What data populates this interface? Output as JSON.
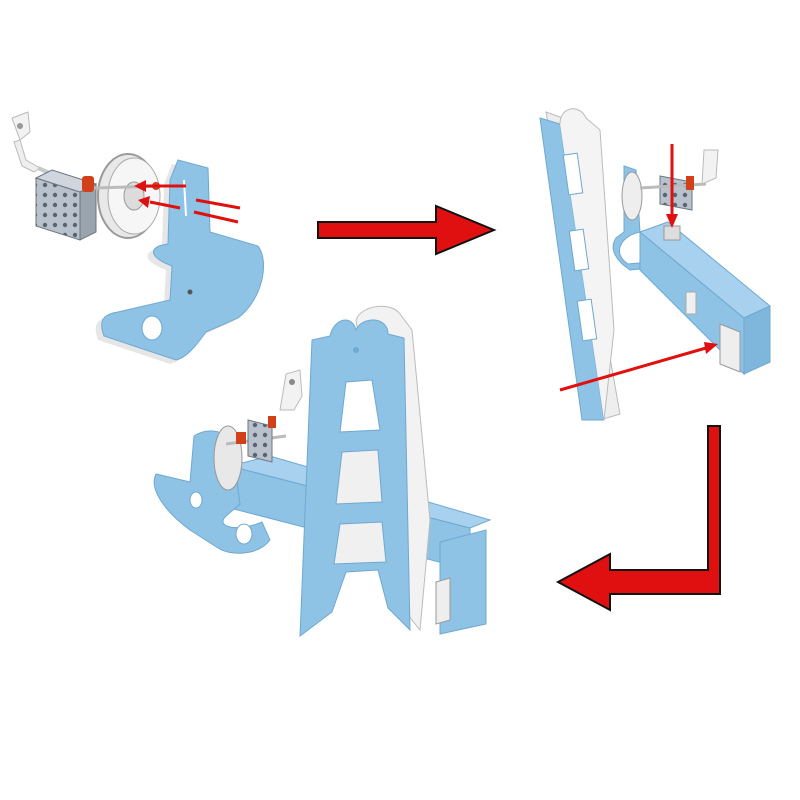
{
  "diagram": {
    "kind": "assembly-instructions",
    "steps": [
      {
        "id": "step-1",
        "description_shown": "winch-and-pulley-to-base-plate"
      },
      {
        "id": "step-2",
        "description_shown": "base-to-channel-and-ladder-frame"
      },
      {
        "id": "step-3",
        "description_shown": "assembled-crane"
      }
    ],
    "flow_arrows": [
      {
        "from": "step-1",
        "to": "step-2",
        "direction": "right"
      },
      {
        "from": "step-2",
        "to": "step-3",
        "direction": "down-then-left"
      }
    ],
    "insertion_arrows": 5
  },
  "colors": {
    "panel_blue": "#8ec3e6",
    "panel_blue_dark": "#6fa8d0",
    "panel_edge": "#e6e6e6",
    "arrow_red": "#e01010",
    "arrow_outline": "#111111",
    "metal": "#b9c2cc",
    "winch_white": "#f2f2f2",
    "accent_orange": "#d2401a"
  }
}
